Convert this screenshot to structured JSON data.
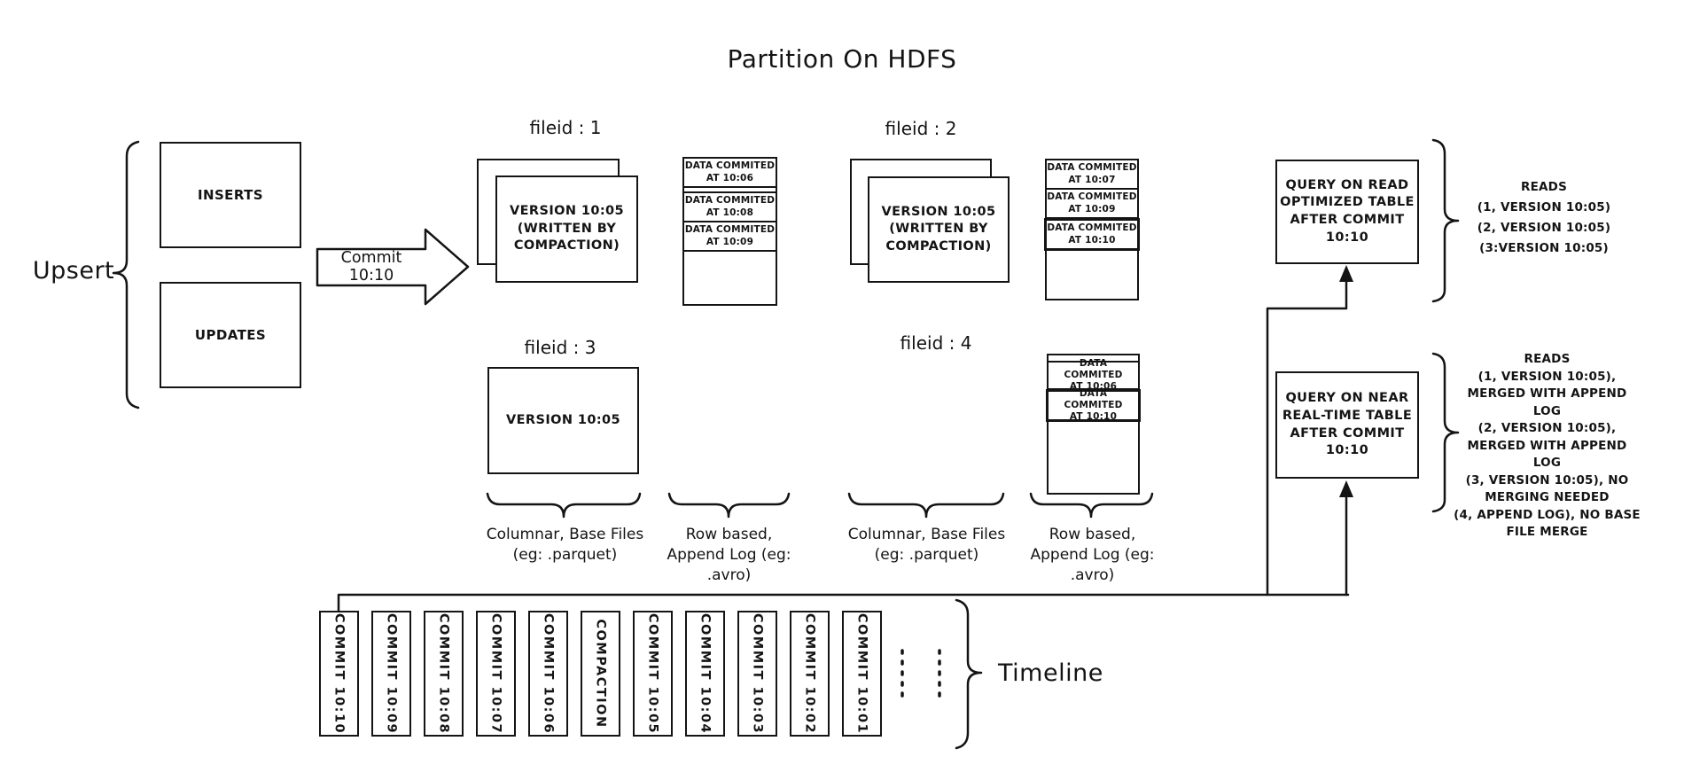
{
  "title": "Partition On HDFS",
  "colors": {
    "ink": "#141414",
    "background": "#ffffff"
  },
  "upsert": {
    "label": "Upsert",
    "inserts": "INSERTS",
    "updates": "UPDATES"
  },
  "commit_arrow": {
    "label": "Commit 10:10"
  },
  "files": {
    "f1": {
      "label": "fileid : 1",
      "base": "VERSION 10:05\n(WRITTEN BY\nCOMPACTION)",
      "log": [
        "DATA COMMITED\nAT 10:06",
        "DATA COMMITED\nAT 10:08",
        "DATA COMMITED\nAT 10:09"
      ]
    },
    "f2": {
      "label": "fileid : 2",
      "base": "VERSION 10:05\n(WRITTEN BY\nCOMPACTION)",
      "log": [
        "DATA COMMITED\nAT 10:07",
        "DATA COMMITED\nAT 10:09",
        "DATA COMMITED\nAT 10:10"
      ]
    },
    "f3": {
      "label": "fileid : 3",
      "base": "VERSION 10:05"
    },
    "f4": {
      "label": "fileid : 4",
      "log": [
        "DATA COMMITED\nAT 10:06",
        "DATA COMMITED\nAT 10:10"
      ]
    }
  },
  "group_labels": {
    "columnar": "Columnar, Base Files\n(eg: .parquet)",
    "rowbased": "Row based,\nAppend Log  (eg:\n.avro)"
  },
  "queries": {
    "read_optimized": {
      "box": "QUERY ON READ\nOPTIMIZED TABLE\nAFTER COMMIT\n10:10",
      "reads": "READS\n(1, VERSION 10:05)\n(2, VERSION 10:05)\n(3:VERSION 10:05)"
    },
    "near_real_time": {
      "box": "QUERY ON NEAR\nREAL-TIME TABLE\nAFTER COMMIT\n10:10",
      "reads": "READS\n(1, VERSION 10:05),\nMERGED WITH APPEND LOG\n(2, VERSION 10:05),\nMERGED WITH APPEND LOG\n(3, VERSION 10:05), NO\nMERGING NEEDED\n(4, APPEND LOG), NO BASE\nFILE MERGE"
    }
  },
  "timeline": {
    "label": "Timeline",
    "items": [
      "COMMIT 10:10",
      "COMMIT 10:09",
      "COMMIT 10:08",
      "COMMIT 10:07",
      "COMMIT 10:06",
      "COMPACTION",
      "COMMIT 10:05",
      "COMMIT 10:04",
      "COMMIT 10:03",
      "COMMIT 10:02",
      "COMMIT 10:01"
    ]
  }
}
